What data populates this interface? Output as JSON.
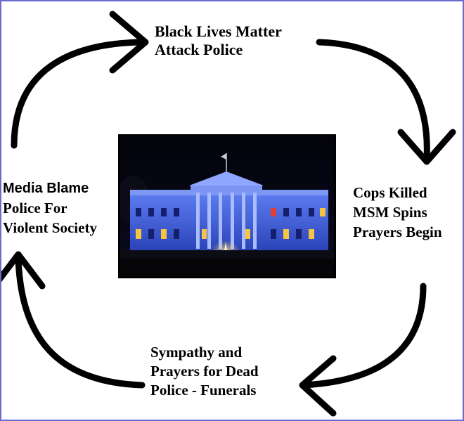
{
  "diagram": {
    "nodes": [
      {
        "id": "top",
        "lines": [
          "Black Lives Matter",
          "Attack Police"
        ]
      },
      {
        "id": "right",
        "lines": [
          "Cops Killed",
          "MSM Spins",
          "Prayers Begin"
        ]
      },
      {
        "id": "bottom",
        "lines": [
          "Sympathy and",
          "Prayers for Dead",
          "Police - Funerals"
        ]
      },
      {
        "id": "left",
        "lines": [
          "Media Blame",
          "Police For",
          "Violent Society"
        ]
      }
    ],
    "center_image": "white-house-lit-blue-at-night",
    "colors": {
      "border": "#6a6ad0",
      "arrow": "#000000",
      "sky": "#050510",
      "facade_blue": "#3a5ad8",
      "window_glow": "#f5c542"
    }
  }
}
